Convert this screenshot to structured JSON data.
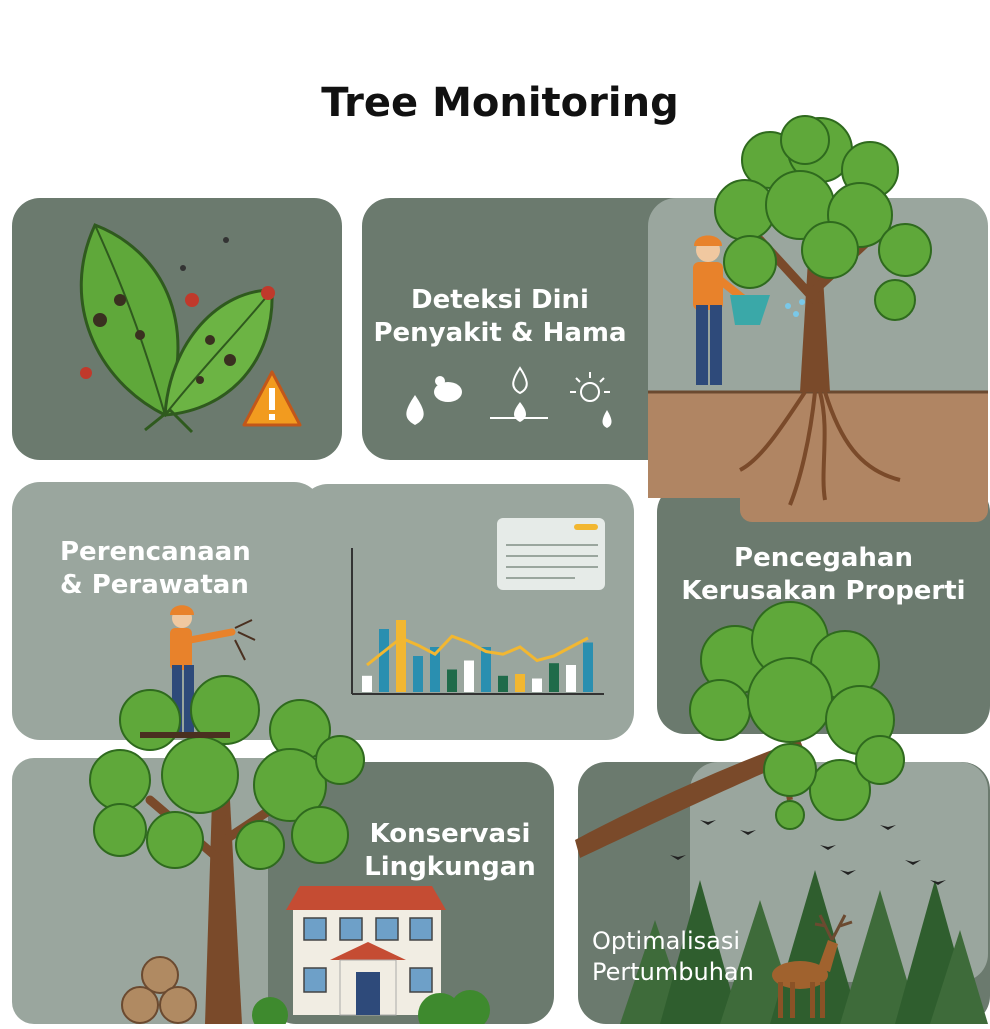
{
  "header": {
    "title": "Tree Monitoring"
  },
  "panels": {
    "early_detection": {
      "label": "Deteksi Dini\nPenyakit & Hama"
    },
    "planning": {
      "label": "Perencanaan\n& Perawatan"
    },
    "property": {
      "label": "Pencegahan\nKerusakan Properti"
    },
    "conservation": {
      "label": "Konservasi\nLingkungan"
    },
    "growth": {
      "label": "Optimalisasi\nPertumbuhan"
    }
  },
  "icons": [
    "leaf-icon",
    "bug-icon",
    "warning-icon",
    "water-drop-icon",
    "sun-icon",
    "tree-icon",
    "worker-icon",
    "bar-chart-icon",
    "house-icon",
    "deer-icon",
    "bird-icon"
  ],
  "colors": {
    "panel_dark": "#6b7a6e",
    "panel_light": "#9aa69e",
    "leaf_green": "#5fa83a",
    "trunk_brown": "#7a4a2a",
    "soil": "#b08563",
    "warning_orange": "#f29b1f",
    "worker_orange": "#e8822b"
  },
  "chart_data": {
    "type": "bar",
    "categories": [
      "",
      "",
      "",
      "",
      "",
      "",
      "",
      "",
      "",
      "",
      "",
      "",
      "",
      ""
    ],
    "series": [
      {
        "values": [
          18,
          70,
          80,
          40,
          50,
          25,
          35,
          50,
          18,
          20,
          15,
          32,
          30,
          55
        ]
      },
      {
        "values": [
          30,
          45,
          60,
          52,
          42,
          62,
          55,
          45,
          42,
          50,
          35,
          40,
          50,
          60
        ]
      }
    ]
  }
}
